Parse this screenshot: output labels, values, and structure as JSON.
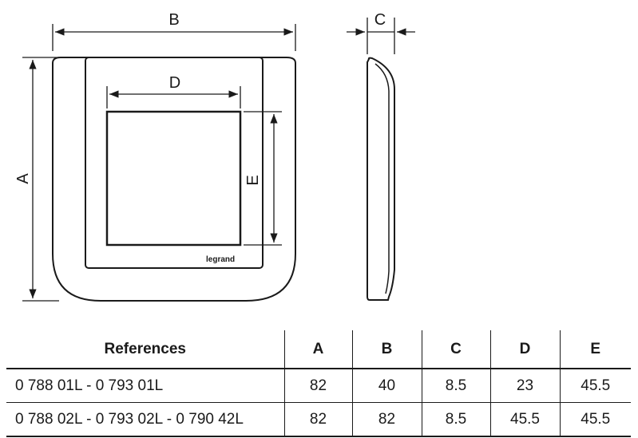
{
  "labels": {
    "a": "A",
    "b": "B",
    "c": "C",
    "d": "D",
    "e": "E",
    "brand": "legrand"
  },
  "table": {
    "headers": [
      "References",
      "A",
      "B",
      "C",
      "D",
      "E"
    ],
    "rows": [
      [
        "0 788 01L - 0 793 01L",
        "82",
        "40",
        "8.5",
        "23",
        "45.5"
      ],
      [
        "0 788 02L - 0 793 02L - 0 790 42L",
        "82",
        "82",
        "8.5",
        "45.5",
        "45.5"
      ]
    ]
  },
  "colors": {
    "line": "#1a1a1a",
    "background": "#ffffff"
  }
}
